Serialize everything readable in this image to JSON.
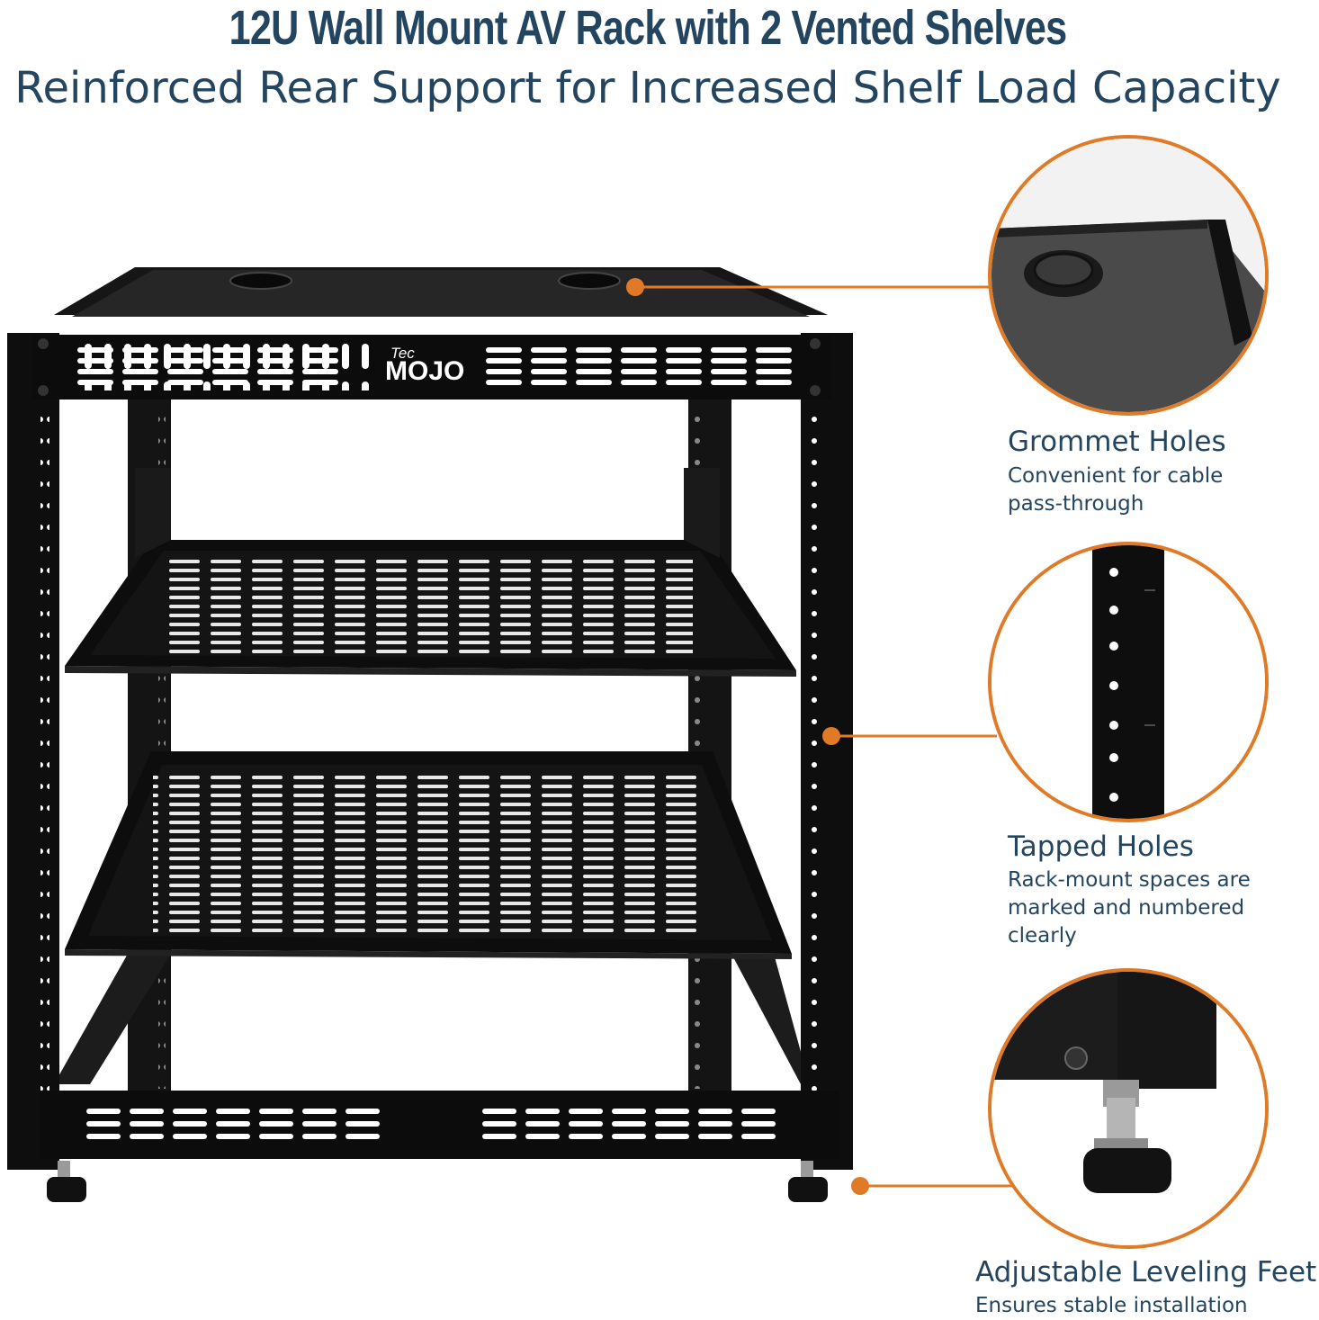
{
  "header": {
    "title": "12U Wall Mount AV Rack with 2 Vented Shelves",
    "subtitle": "Reinforced Rear Support for Increased Shelf Load Capacity"
  },
  "product": {
    "brand_logo_small": "Tec",
    "brand_logo_large": "MOJO"
  },
  "features": [
    {
      "title": "Grommet Holes",
      "description": "Convenient for cable pass-through"
    },
    {
      "title": "Tapped Holes",
      "description": "Rack-mount spaces are marked and numbered clearly"
    },
    {
      "title": "Adjustable Leveling Feet",
      "description": "Ensures stable installation"
    }
  ],
  "colors": {
    "heading": "#24455f",
    "accent": "#e07a26",
    "rack": "#111111"
  }
}
